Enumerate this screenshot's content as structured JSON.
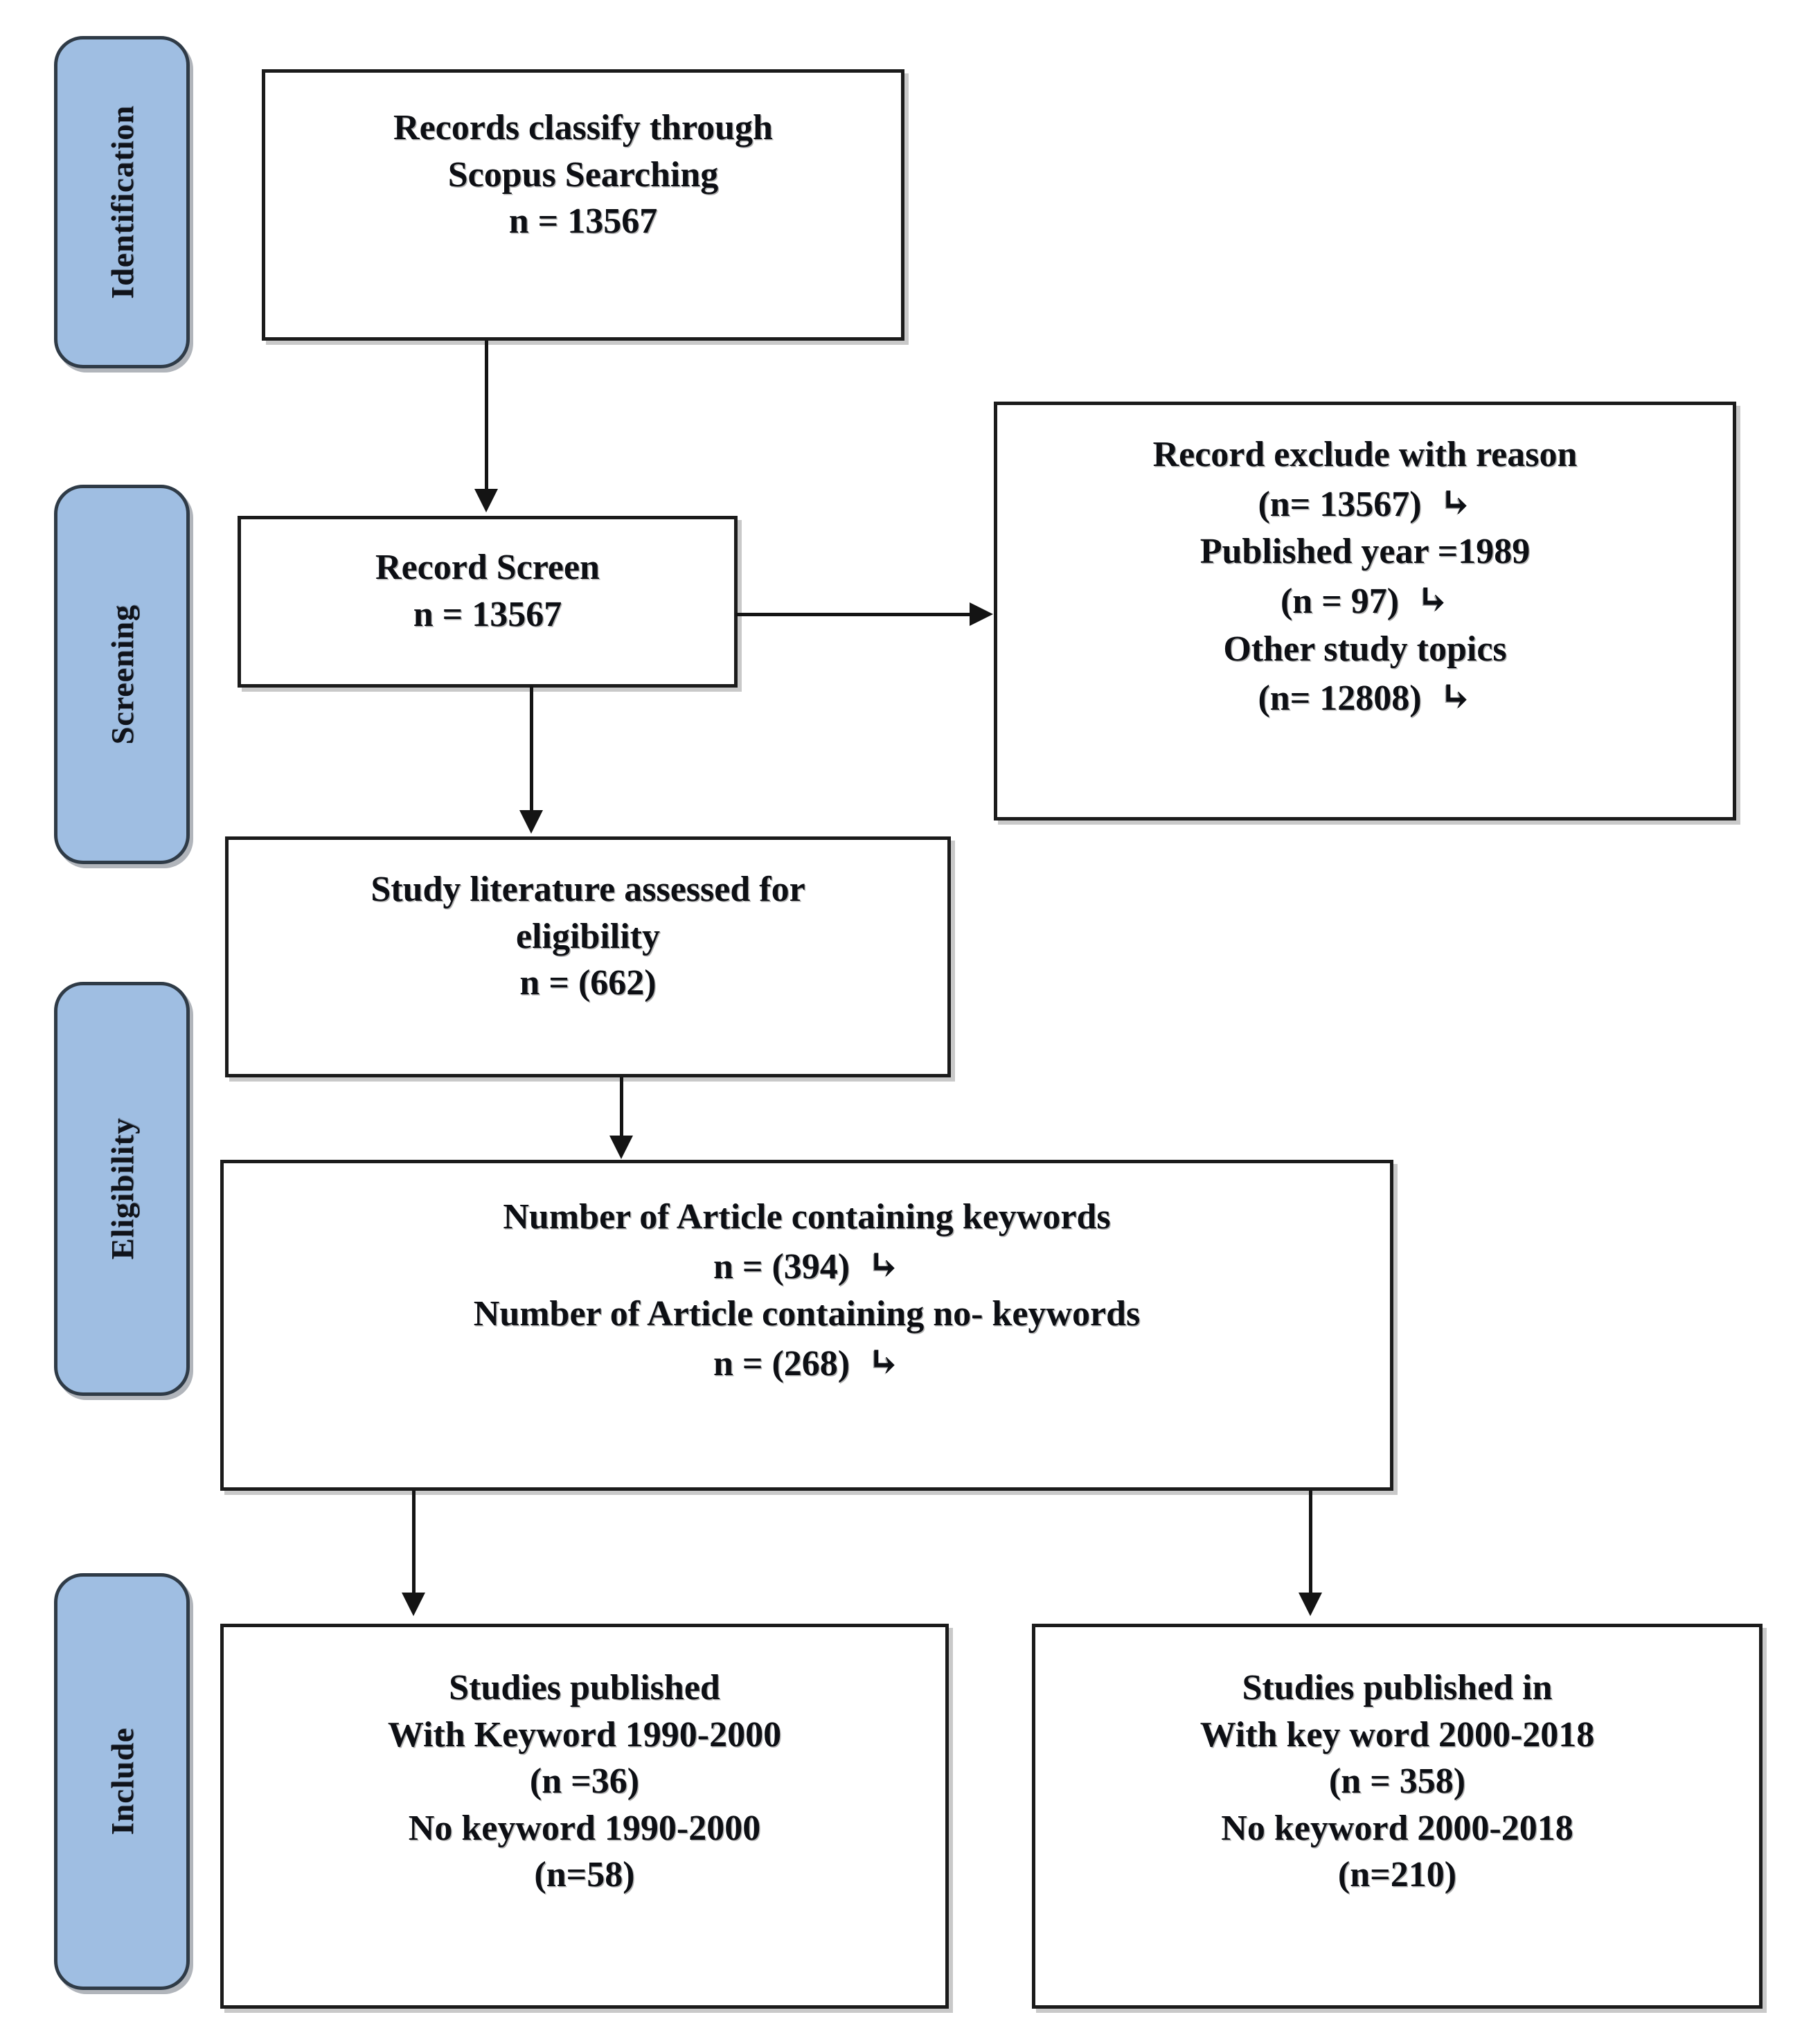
{
  "diagram": {
    "title": "PRISMA study selection flow diagram",
    "accent_color": "#9fbee2",
    "border_color": "#1b1b1b",
    "stages": [
      {
        "id": "identification",
        "label": "Identification"
      },
      {
        "id": "screening",
        "label": "Screening"
      },
      {
        "id": "eligibility",
        "label": "Eligibility"
      },
      {
        "id": "include",
        "label": "Include"
      }
    ],
    "boxes": {
      "records_identified": {
        "lines": [
          "Records classify through",
          "Scopus Searching",
          "n = 13567"
        ]
      },
      "records_screened": {
        "lines": [
          "Record Screen",
          "n = 13567"
        ]
      },
      "records_excluded": {
        "lines": [
          "Record exclude with reason",
          "(n= 13567)",
          "Published year =1989",
          "(n = 97)",
          "Other study topics",
          "(n= 12808)"
        ]
      },
      "eligibility_assessed": {
        "lines": [
          "Study literature assessed  for",
          "eligibility",
          "n = (662)"
        ]
      },
      "keyword_counts": {
        "lines": [
          "Number of Article containing keywords",
          "n = (394)",
          "Number of Article containing no- keywords",
          "n = (268)"
        ]
      },
      "included_left": {
        "lines": [
          "Studies published",
          "With Keyword 1990-2000",
          "(n =36)",
          "No keyword 1990-2000",
          "(n=58)"
        ]
      },
      "included_right": {
        "lines": [
          "Studies published  in",
          "With key word 2000-2018",
          "(n = 358)",
          "No keyword 2000-2018",
          "(n=210)"
        ]
      }
    }
  }
}
